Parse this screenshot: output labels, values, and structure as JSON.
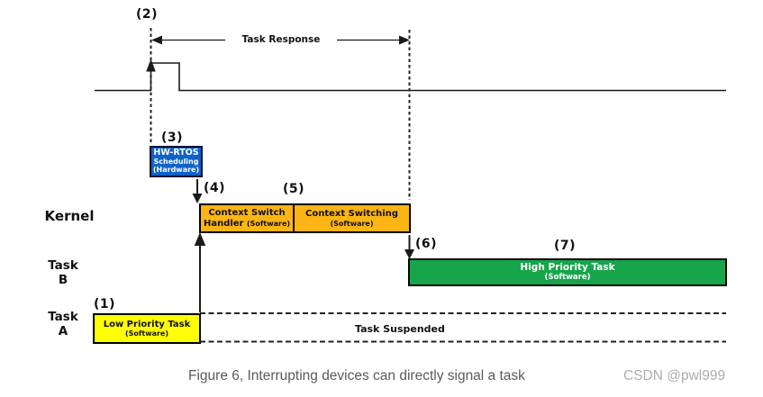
{
  "steps": {
    "s1": "(1)",
    "s2": "(2)",
    "s3": "(3)",
    "s4": "(4)",
    "s5": "(5)",
    "s6": "(6)",
    "s7": "(7)"
  },
  "rows": {
    "kernel": "Kernel",
    "task_b": {
      "l1": "Task",
      "l2": "B"
    },
    "task_a": {
      "l1": "Task",
      "l2": "A"
    }
  },
  "annotations": {
    "task_response": "Task Response",
    "task_suspended": "Task Suspended"
  },
  "boxes": {
    "hw_rtos": {
      "t1": "HW-RTOS",
      "t2": "Scheduling",
      "t3": "(Hardware)",
      "color": "#0f62c8"
    },
    "ctx_handler": {
      "t1": "Context Switch",
      "t2": "Handler",
      "sub": "(Software)",
      "color": "#fcb514"
    },
    "ctx_switching": {
      "t1": "Context Switching",
      "sub": "(Software)",
      "color": "#fcb514"
    },
    "high_priority": {
      "t1": "High Priority Task",
      "sub": "(Software)",
      "color": "#17a54b"
    },
    "low_priority": {
      "t1": "Low Priority Task",
      "sub": "(Software)",
      "color": "#ffff00"
    }
  },
  "footer": {
    "caption": "Figure 6, Interrupting devices can directly signal a task",
    "watermark": "CSDN @pwl999"
  },
  "colors": {
    "line": "#1a1a1a",
    "hw_rtos_blue": "#0f62c8",
    "kernel_orange": "#fcb514",
    "task_green": "#17a54b",
    "task_yellow": "#ffff00",
    "caption_gray": "#5a5a5a",
    "watermark_gray": "#adadad"
  }
}
